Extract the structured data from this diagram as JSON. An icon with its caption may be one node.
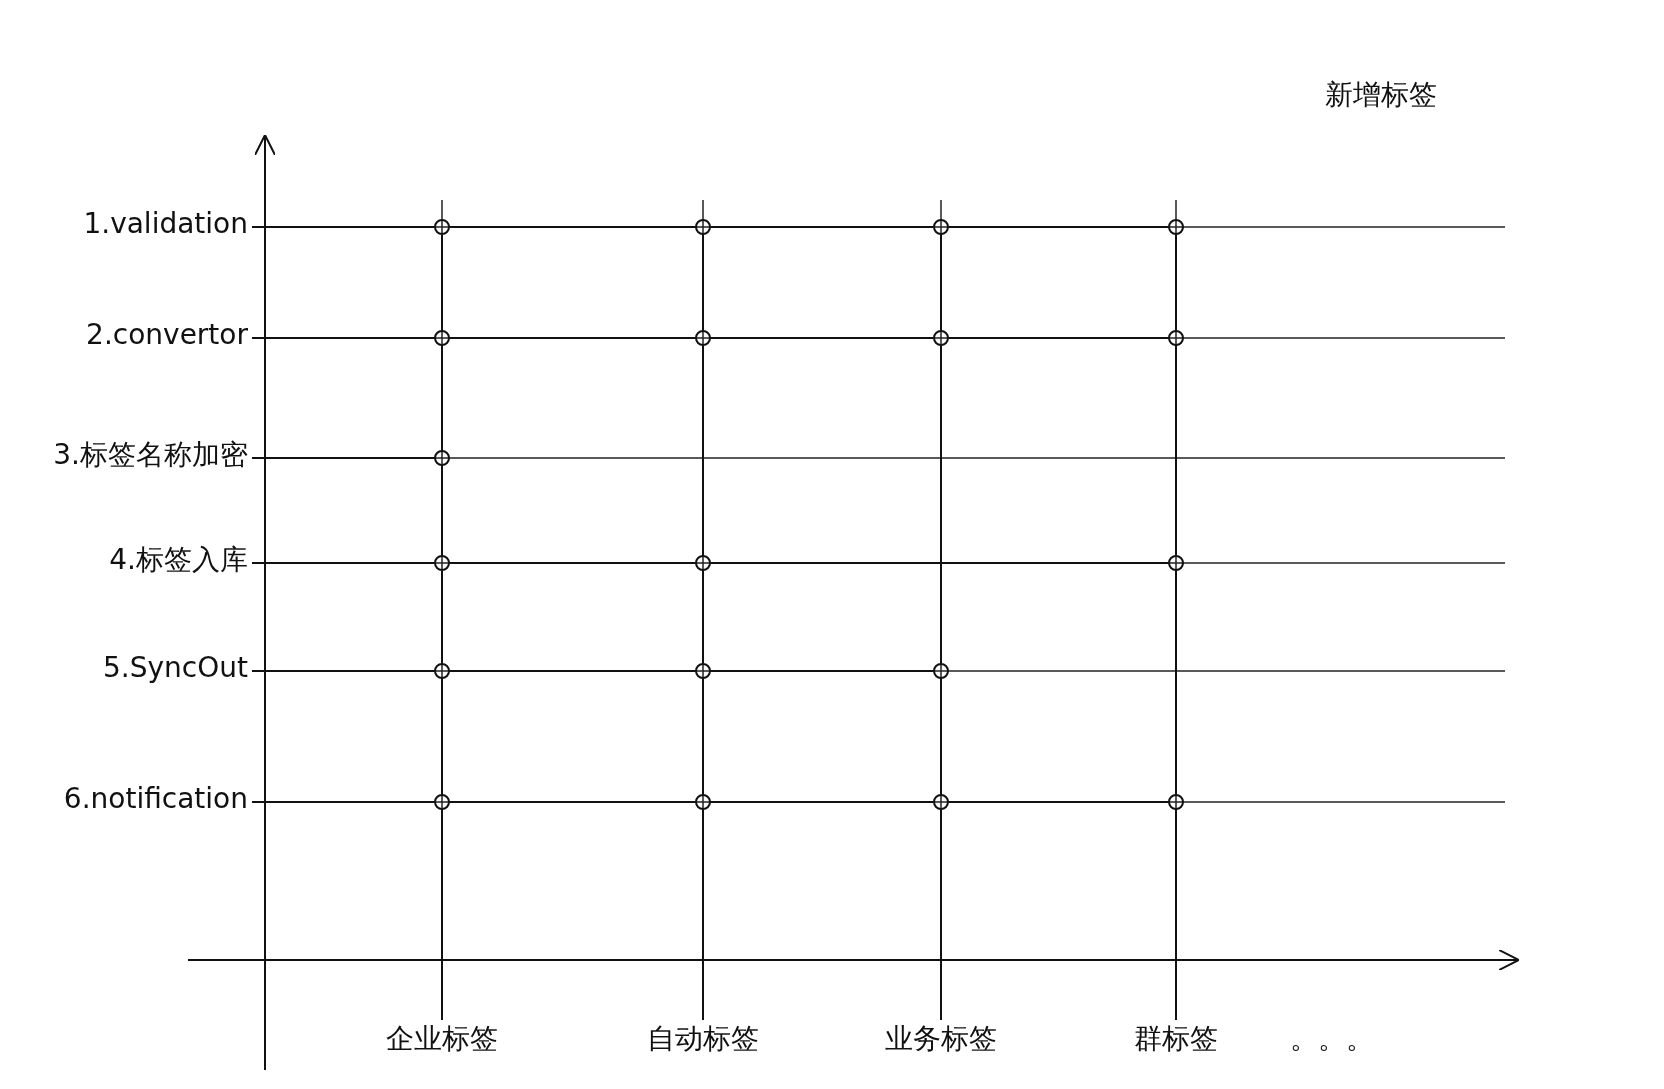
{
  "diagram": {
    "title": "新增标签",
    "nodes": [
      {
        "text": [
          "1.validation"
        ]
      },
      {
        "text": [],
        "shape": "circle"
      },
      {
        "text": [],
        "shape": "circle"
      },
      {
        "text": [],
        "shape": "circle"
      },
      {
        "text": [],
        "shape": "circle"
      },
      {
        "text": [
          "2.convertor"
        ]
      },
      {
        "text": [],
        "shape": "circle"
      },
      {
        "text": [],
        "shape": "circle"
      },
      {
        "text": [],
        "shape": "circle"
      },
      {
        "text": [],
        "shape": "circle"
      },
      {
        "text": [
          "3.标签名称加密"
        ]
      },
      {
        "text": [],
        "shape": "circle"
      },
      {
        "text": [
          "4.标签入库"
        ]
      },
      {
        "text": [],
        "shape": "circle"
      },
      {
        "text": [],
        "shape": "circle"
      },
      {
        "text": [],
        "shape": "circle"
      },
      {
        "text": [
          "5.SyncOut"
        ]
      },
      {
        "text": [],
        "shape": "circle"
      },
      {
        "text": [],
        "shape": "circle"
      },
      {
        "text": [],
        "shape": "circle"
      },
      {
        "text": [
          "6.notification"
        ]
      },
      {
        "text": [],
        "shape": "circle"
      },
      {
        "text": [],
        "shape": "circle"
      },
      {
        "text": [],
        "shape": "circle"
      },
      {
        "text": [],
        "shape": "circle"
      },
      {
        "text": [
          "企业标签"
        ]
      },
      {
        "text": [
          "自动标签"
        ]
      },
      {
        "text": [
          "业务标签"
        ]
      },
      {
        "text": [
          "群标签"
        ]
      }
    ],
    "edges": [
      {
        "from": 0,
        "to": 1,
        "arrow": "none"
      },
      {
        "from": 1,
        "to": 2,
        "arrow": "none"
      },
      {
        "from": 2,
        "to": 3,
        "arrow": "none"
      },
      {
        "from": 3,
        "to": 4,
        "arrow": "none"
      },
      {
        "from": 5,
        "to": 6,
        "arrow": "none"
      },
      {
        "from": 6,
        "to": 7,
        "arrow": "none"
      },
      {
        "from": 7,
        "to": 8,
        "arrow": "none"
      },
      {
        "from": 8,
        "to": 9,
        "arrow": "none"
      },
      {
        "from": 10,
        "to": 11,
        "arrow": "none"
      },
      {
        "from": 12,
        "to": 13,
        "arrow": "none"
      },
      {
        "from": 13,
        "to": 14,
        "arrow": "none"
      },
      {
        "from": 14,
        "to": 15,
        "arrow": "none"
      },
      {
        "from": 16,
        "to": 17,
        "arrow": "none"
      },
      {
        "from": 17,
        "to": 18,
        "arrow": "none"
      },
      {
        "from": 18,
        "to": 19,
        "arrow": "none"
      },
      {
        "from": 20,
        "to": 21,
        "arrow": "none"
      },
      {
        "from": 21,
        "to": 22,
        "arrow": "none"
      },
      {
        "from": 22,
        "to": 23,
        "arrow": "none"
      },
      {
        "from": 23,
        "to": 24,
        "arrow": "none"
      },
      {
        "from": 1,
        "to": 6,
        "arrow": "none"
      },
      {
        "from": 6,
        "to": 11,
        "arrow": "none"
      },
      {
        "from": 11,
        "to": 13,
        "arrow": "none"
      },
      {
        "from": 13,
        "to": 17,
        "arrow": "none"
      },
      {
        "from": 17,
        "to": 21,
        "arrow": "none"
      },
      {
        "from": 21,
        "to": 25,
        "arrow": "none"
      },
      {
        "from": 2,
        "to": 7,
        "arrow": "none"
      },
      {
        "from": 7,
        "to": 14,
        "arrow": "none"
      },
      {
        "from": 14,
        "to": 18,
        "arrow": "none"
      },
      {
        "from": 18,
        "to": 22,
        "arrow": "none"
      },
      {
        "from": 22,
        "to": 26,
        "arrow": "none"
      },
      {
        "from": 3,
        "to": 8,
        "arrow": "none"
      },
      {
        "from": 8,
        "to": 19,
        "arrow": "none"
      },
      {
        "from": 19,
        "to": 23,
        "arrow": "none"
      },
      {
        "from": 23,
        "to": 27,
        "arrow": "none"
      },
      {
        "from": 4,
        "to": 9,
        "arrow": "none"
      },
      {
        "from": 9,
        "to": 15,
        "arrow": "none"
      },
      {
        "from": 15,
        "to": 24,
        "arrow": "none"
      },
      {
        "from": 24,
        "to": 28,
        "arrow": "none"
      }
    ],
    "labels": [
      "。。。"
    ]
  }
}
